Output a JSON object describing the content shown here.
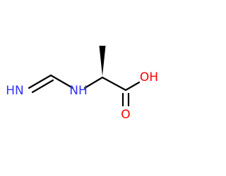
{
  "molecule": {
    "atoms": {
      "imine_nh": "HN",
      "amine_nh": "NH",
      "hydroxyl": "OH",
      "carbonyl_o": "O"
    },
    "colors": {
      "bond": "#000000",
      "nitrogen": "#3333ff",
      "oxygen": "#ff0000"
    }
  }
}
